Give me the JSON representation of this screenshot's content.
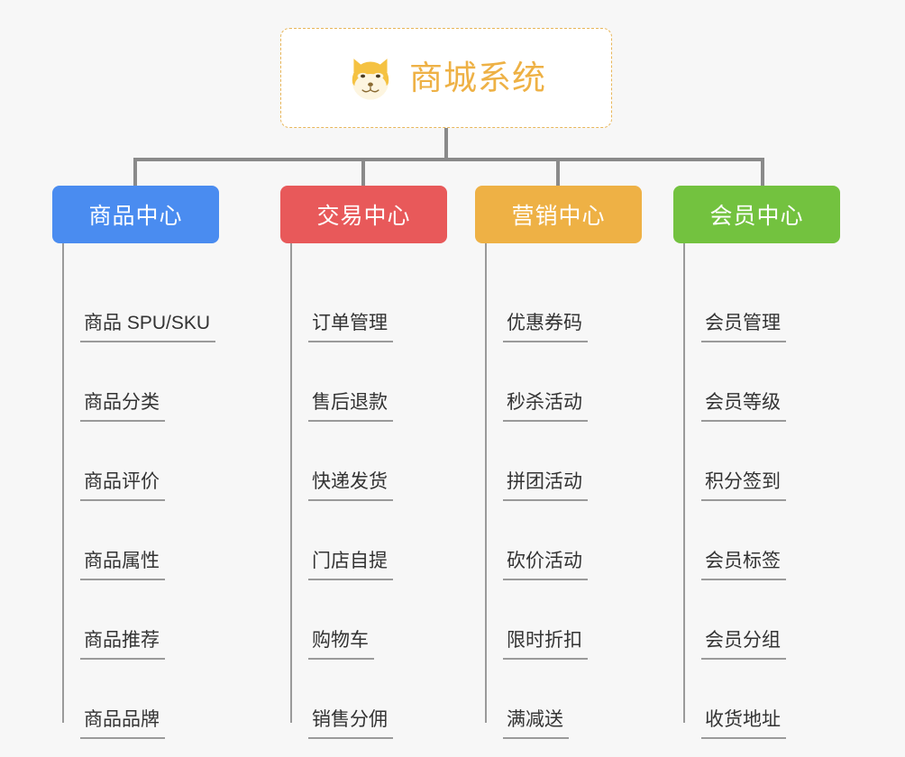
{
  "root": {
    "title": "商城系统",
    "icon": "shiba-dog-face-icon",
    "border_color": "#e8b65a",
    "text_color": "#eeb145"
  },
  "connector": {
    "color": "#8a8a8a"
  },
  "categories": [
    {
      "label": "商品中心",
      "color": "#4a8cf0",
      "color_name": "blue",
      "items": [
        "商品 SPU/SKU",
        "商品分类",
        "商品评价",
        "商品属性",
        "商品推荐",
        "商品品牌"
      ]
    },
    {
      "label": "交易中心",
      "color": "#e8595a",
      "color_name": "red",
      "items": [
        "订单管理",
        "售后退款",
        "快递发货",
        "门店自提",
        "购物车",
        "销售分佣"
      ]
    },
    {
      "label": "营销中心",
      "color": "#eeb145",
      "color_name": "orange",
      "items": [
        "优惠券码",
        "秒杀活动",
        "拼团活动",
        "砍价活动",
        "限时折扣",
        "满减送"
      ]
    },
    {
      "label": "会员中心",
      "color": "#73c23f",
      "color_name": "green",
      "items": [
        "会员管理",
        "会员等级",
        "积分签到",
        "会员标签",
        "会员分组",
        "收货地址"
      ]
    }
  ]
}
